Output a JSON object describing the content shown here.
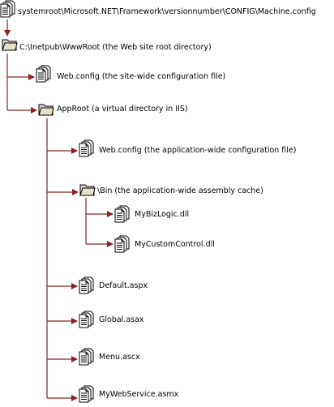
{
  "tree": {
    "nodes": [
      {
        "id": "machine-config",
        "type": "file",
        "label": "systemroot\\Microsoft.NET\\Framework\\versionnumber\\CONFIG\\Machine.config"
      },
      {
        "id": "wwwroot",
        "type": "folder",
        "label": "C:\\Inetpub\\WwwRoot (the Web site root directory)"
      },
      {
        "id": "site-web-config",
        "type": "file",
        "label": "Web.config (the site-wide configuration file)"
      },
      {
        "id": "approot",
        "type": "folder",
        "label": "AppRoot (a virtual directory in IIS)"
      },
      {
        "id": "app-web-config",
        "type": "file",
        "label": "Web.config (the application-wide configuration file)"
      },
      {
        "id": "bin",
        "type": "folder",
        "label": "\\Bin (the application-wide assembly cache)"
      },
      {
        "id": "mybizlogic",
        "type": "file",
        "label": "MyBizLogic.dll"
      },
      {
        "id": "mycustomcontrol",
        "type": "file",
        "label": "MyCustomControl.dll"
      },
      {
        "id": "default-aspx",
        "type": "file",
        "label": "Default.aspx"
      },
      {
        "id": "global-asax",
        "type": "file",
        "label": "Global.asax"
      },
      {
        "id": "menu-ascx",
        "type": "file",
        "label": "Menu.ascx"
      },
      {
        "id": "mywebservice",
        "type": "file",
        "label": "MyWebService.asmx"
      }
    ],
    "connector_color": "#8b2323"
  }
}
